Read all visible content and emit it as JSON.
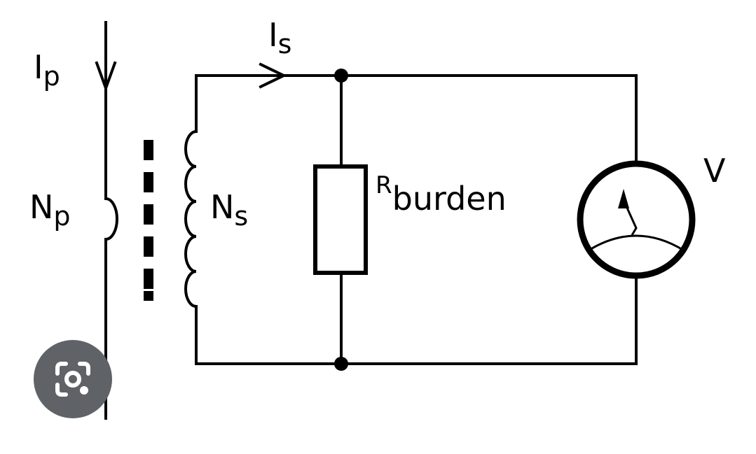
{
  "diagram": {
    "labels": {
      "primary_current": {
        "main": "I",
        "sub": "p"
      },
      "secondary_current": {
        "main": "I",
        "sub": "s"
      },
      "primary_turns": {
        "main": "N",
        "sub": "p"
      },
      "secondary_turns": {
        "main": "N",
        "sub": "s"
      },
      "burden_resistor": {
        "sup": "R",
        "main": "burden"
      },
      "voltmeter": "V"
    },
    "colors": {
      "wire": "#000000",
      "background": "#ffffff",
      "lens_button_bg": "#5f6368",
      "lens_button_icon": "#ffffff"
    }
  },
  "overlay": {
    "lens_button": {
      "icon": "camera-search-icon"
    }
  }
}
